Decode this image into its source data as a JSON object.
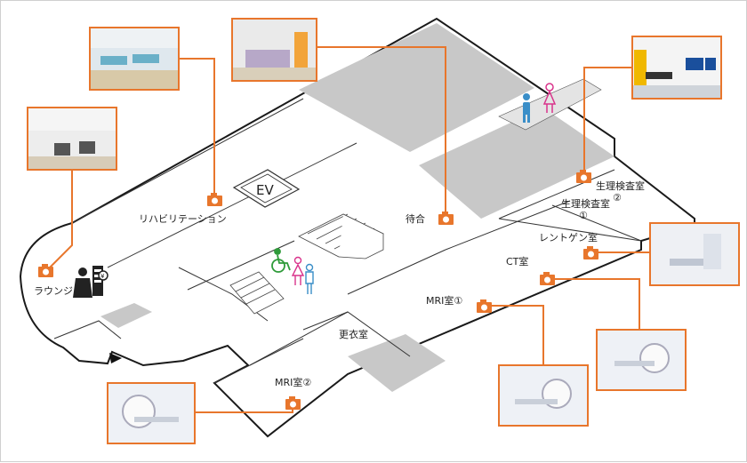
{
  "floor_map": {
    "rooms": [
      {
        "id": "rehab",
        "label": "リハビリテーション"
      },
      {
        "id": "waiting",
        "label": "待合"
      },
      {
        "id": "lounge",
        "label": "ラウンジ"
      },
      {
        "id": "ev",
        "label": "EV"
      },
      {
        "id": "physio2",
        "label": "生理検査室"
      },
      {
        "id": "physio2_num",
        "label": "②"
      },
      {
        "id": "physio1",
        "label": "生理検査室"
      },
      {
        "id": "physio1_num",
        "label": "①"
      },
      {
        "id": "xray",
        "label": "レントゲン室"
      },
      {
        "id": "ct",
        "label": "CT室"
      },
      {
        "id": "mri1",
        "label": "MRI室①"
      },
      {
        "id": "locker",
        "label": "更衣室"
      },
      {
        "id": "mri2",
        "label": "MRI室②"
      }
    ],
    "colors": {
      "accent": "#e8762c",
      "wall": "#1a1a1a",
      "shade": "#c8c8c8"
    },
    "icons": [
      "camera-icon",
      "male-restroom-icon",
      "female-restroom-icon",
      "wheelchair-icon",
      "vending-machine-icon",
      "entrance-arrow-icon"
    ]
  }
}
